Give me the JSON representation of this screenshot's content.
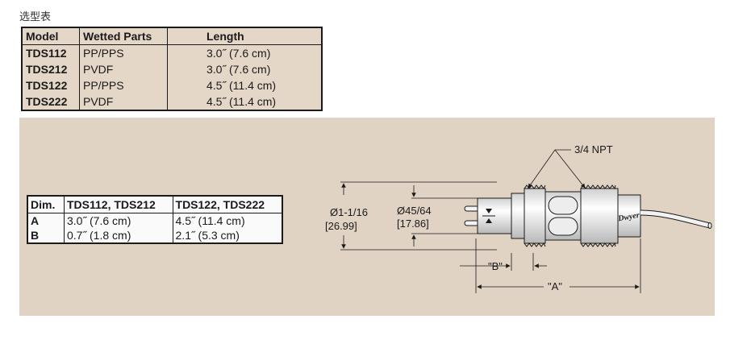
{
  "caption": "选型表",
  "model_table": {
    "headers": [
      "Model",
      "Wetted Parts",
      "Length"
    ],
    "rows": [
      [
        "TDS112",
        "PP/PPS",
        "3.0˝ (7.6 cm)"
      ],
      [
        "TDS212",
        "PVDF",
        "3.0˝ (7.6 cm)"
      ],
      [
        "TDS122",
        "PP/PPS",
        "4.5˝ (11.4 cm)"
      ],
      [
        "TDS222",
        "PVDF",
        "4.5˝ (11.4 cm)"
      ]
    ]
  },
  "dim_table": {
    "headers": [
      "Dim.",
      "TDS112, TDS212",
      "TDS122, TDS222"
    ],
    "rows": [
      [
        "A",
        "3.0˝ (7.6 cm)",
        "4.5˝ (11.4 cm)"
      ],
      [
        "B",
        "0.7˝ (1.8 cm)",
        "2.1˝ (5.3 cm)"
      ]
    ]
  },
  "drawing": {
    "npt_label": "3/4 NPT",
    "outer_dia_in": "Ø1-1/16",
    "outer_dia_mm": "[26.99]",
    "inner_dia_in": "Ø45/64",
    "inner_dia_mm": "[17.86]",
    "dim_b": "\"B\"",
    "dim_a": "\"A\"",
    "logo_text": "Dwyer"
  },
  "colors": {
    "panel": "#e0d3c3",
    "model_table_bg": "#e5d7c8",
    "ink": "#1a1a1a"
  }
}
